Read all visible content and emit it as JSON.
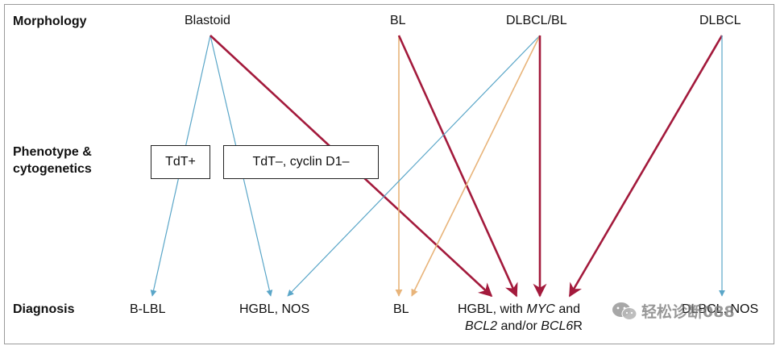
{
  "rows": {
    "morphology": "Morphology",
    "phenotype_line1": "Phenotype &",
    "phenotype_line2": "cytogenetics",
    "diagnosis": "Diagnosis"
  },
  "morphology_nodes": {
    "blastoid": "Blastoid",
    "bl": "BL",
    "dlbcl_bl": "DLBCL/BL",
    "dlbcl": "DLBCL"
  },
  "phenotype_boxes": {
    "tdt_pos": "TdT+",
    "tdt_neg": "TdT–, cyclin D1–"
  },
  "diagnosis_nodes": {
    "blbl": "B-LBL",
    "hgbl_nos": "HGBL, NOS",
    "bl": "BL",
    "hgbl_line1_pre": "HGBL, with ",
    "hgbl_line1_gene": "MYC",
    "hgbl_line1_post": " and",
    "hgbl_line2_gene1": "BCL2",
    "hgbl_line2_mid": " and/or ",
    "hgbl_line2_gene2": "BCL6",
    "hgbl_line2_post": "R",
    "dlbcl_nos": "DLBCL, NOS"
  },
  "watermark": "轻松诊断088",
  "colors": {
    "blue": "#5aa6c8",
    "orange": "#e8b47a",
    "crimson": "#a31a3c"
  }
}
